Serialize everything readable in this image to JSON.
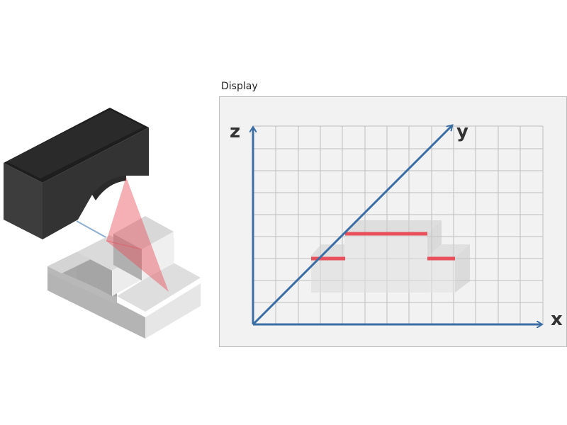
{
  "display": {
    "label": "Display",
    "axes": {
      "x": "x",
      "y": "y",
      "z": "z"
    }
  },
  "colors": {
    "sensor_top": "#1f1f1f",
    "sensor_front": "#3a3a3a",
    "laser": "#e8505b",
    "axis": "#3b6ea5",
    "block_top": "#dcdcdc",
    "block_left": "#a9a9a9",
    "block_right": "#eeeeee",
    "grid": "#bdbdbd"
  }
}
